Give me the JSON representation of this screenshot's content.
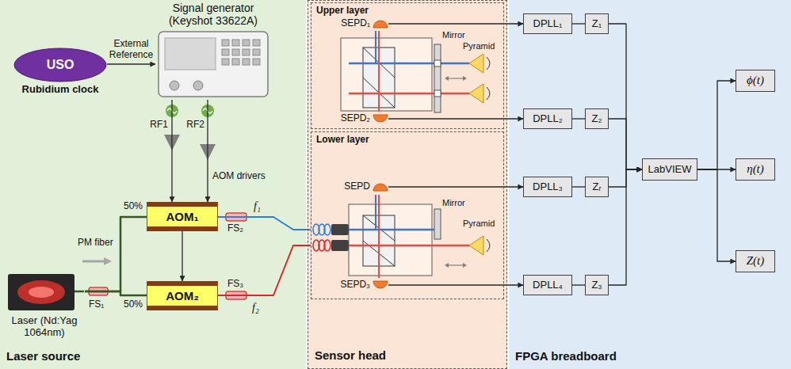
{
  "diagram": {
    "nodes": [
      {
        "text": [
          "Laser source"
        ]
      },
      {
        "text": [
          "USO",
          "Rubidium clock"
        ],
        "in": 0
      },
      {
        "text": [
          "Signal generator (Keyshot 33622A)"
        ],
        "in": 0
      },
      {
        "text": [
          "AOM₁"
        ],
        "in": 0
      },
      {
        "text": [
          "AOM₂"
        ],
        "in": 0
      },
      {
        "text": [
          "Laser (Nd:Yag 1064nm)"
        ],
        "in": 0
      },
      {
        "text": [
          "Sensor head"
        ]
      },
      {
        "text": [
          "Upper layer"
        ],
        "in": 6
      },
      {
        "text": [
          "SEPD₁"
        ],
        "in": 7
      },
      {
        "text": [
          "SEPD₂"
        ],
        "in": 7
      },
      {
        "text": [
          "Lower layer"
        ],
        "in": 6
      },
      {
        "text": [
          "SEPD"
        ],
        "in": 10
      },
      {
        "text": [
          "SEPD₃"
        ],
        "in": 10
      },
      {
        "text": [
          "FPGA breadboard"
        ]
      },
      {
        "text": [
          "DPLL₁"
        ],
        "in": 13
      },
      {
        "text": [
          "DPLL₂"
        ],
        "in": 13
      },
      {
        "text": [
          "DPLL₃"
        ],
        "in": 13
      },
      {
        "text": [
          "DPLL₄"
        ],
        "in": 13
      },
      {
        "text": [
          "Z₁"
        ],
        "in": 13
      },
      {
        "text": [
          "Z₂"
        ],
        "in": 13
      },
      {
        "text": [
          "Zᵣ"
        ],
        "in": 13
      },
      {
        "text": [
          "Z₃"
        ],
        "in": 13
      },
      {
        "text": [
          "LabVIEW"
        ],
        "in": 13
      },
      {
        "text": [
          "ϕ(t)"
        ],
        "in": 13
      },
      {
        "text": [
          "η(t)"
        ],
        "in": 13
      },
      {
        "text": [
          "Z(t)"
        ],
        "in": 13
      }
    ],
    "edges": [
      {
        "from": 1,
        "to": 2,
        "arrow": "to",
        "label": "External Reference"
      },
      {
        "from": 2,
        "to": 3,
        "arrow": "to"
      },
      {
        "from": 2,
        "to": 3,
        "arrow": "to"
      },
      {
        "from": 3,
        "to": 4,
        "arrow": "to"
      },
      {
        "from": 5,
        "to": 3,
        "arrow": "none"
      },
      {
        "from": 5,
        "to": 4,
        "arrow": "none"
      },
      {
        "from": 3,
        "to": 10,
        "arrow": "none"
      },
      {
        "from": 4,
        "to": 10,
        "arrow": "none"
      },
      {
        "from": 8,
        "to": 14,
        "arrow": "to"
      },
      {
        "from": 9,
        "to": 15,
        "arrow": "to"
      },
      {
        "from": 11,
        "to": 16,
        "arrow": "to"
      },
      {
        "from": 12,
        "to": 17,
        "arrow": "to"
      },
      {
        "from": 14,
        "to": 18,
        "arrow": "none"
      },
      {
        "from": 15,
        "to": 19,
        "arrow": "none"
      },
      {
        "from": 16,
        "to": 20,
        "arrow": "none"
      },
      {
        "from": 17,
        "to": 21,
        "arrow": "none"
      },
      {
        "from": 18,
        "to": 22,
        "arrow": "to"
      },
      {
        "from": 19,
        "to": 22,
        "arrow": "to"
      },
      {
        "from": 20,
        "to": 22,
        "arrow": "to"
      },
      {
        "from": 21,
        "to": 22,
        "arrow": "to"
      },
      {
        "from": 22,
        "to": 23,
        "arrow": "to"
      },
      {
        "from": 22,
        "to": 24,
        "arrow": "to"
      },
      {
        "from": 22,
        "to": 25,
        "arrow": "to"
      }
    ],
    "labels": [
      "RF1",
      "RF2",
      "AOM drivers",
      "PM fiber",
      "50%",
      "50%",
      "FS₁",
      "FS₂",
      "f₁",
      "FS₃",
      "f₂",
      "Mirror",
      "Pyramid",
      "Mirror",
      "Pyramid"
    ]
  }
}
